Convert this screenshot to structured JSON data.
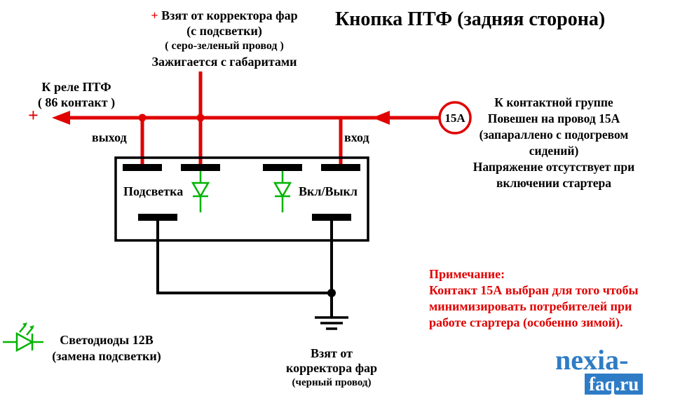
{
  "title": "Кнопка ПТФ (задняя сторона)",
  "colors": {
    "red": "#e00000",
    "green": "#00b400",
    "blue": "#2e7cc6",
    "black": "#000000"
  },
  "top_note": {
    "plus": "+",
    "line1": "Взят от корректора фар",
    "line2": "(с подсветки)",
    "line3": "( серо-зеленый провод )",
    "line4": "Зажигается с габаритами"
  },
  "left_note": {
    "plus": "+",
    "line1": "К реле ПТФ",
    "line2": "( 86 контакт )"
  },
  "labels": {
    "output": "выход",
    "input": "вход",
    "backlight": "Подсветка",
    "onoff": "Вкл/Выкл"
  },
  "fuse": {
    "label": "15А"
  },
  "right_note": {
    "line1": "К контактной группе",
    "line2": "Повешен на провод 15А",
    "line3": "(запараллено с подогревом",
    "line4": "сидений)",
    "line5": "Напряжение отсутствует при",
    "line6": "включении стартера"
  },
  "note": {
    "heading": "Примечание:",
    "line1": "Контакт 15А выбран для того чтобы",
    "line2": "минимизировать потребителей при",
    "line3": "работе стартера (особенно зимой)."
  },
  "led_note": {
    "line1": "Светодиоды 12В",
    "line2": "(замена подсветки)"
  },
  "bottom_note": {
    "line1": "Взят от",
    "line2": "корректора фар",
    "line3": "(черный провод)"
  },
  "watermark": {
    "line1": "nexia-",
    "line2": "faq.ru"
  }
}
